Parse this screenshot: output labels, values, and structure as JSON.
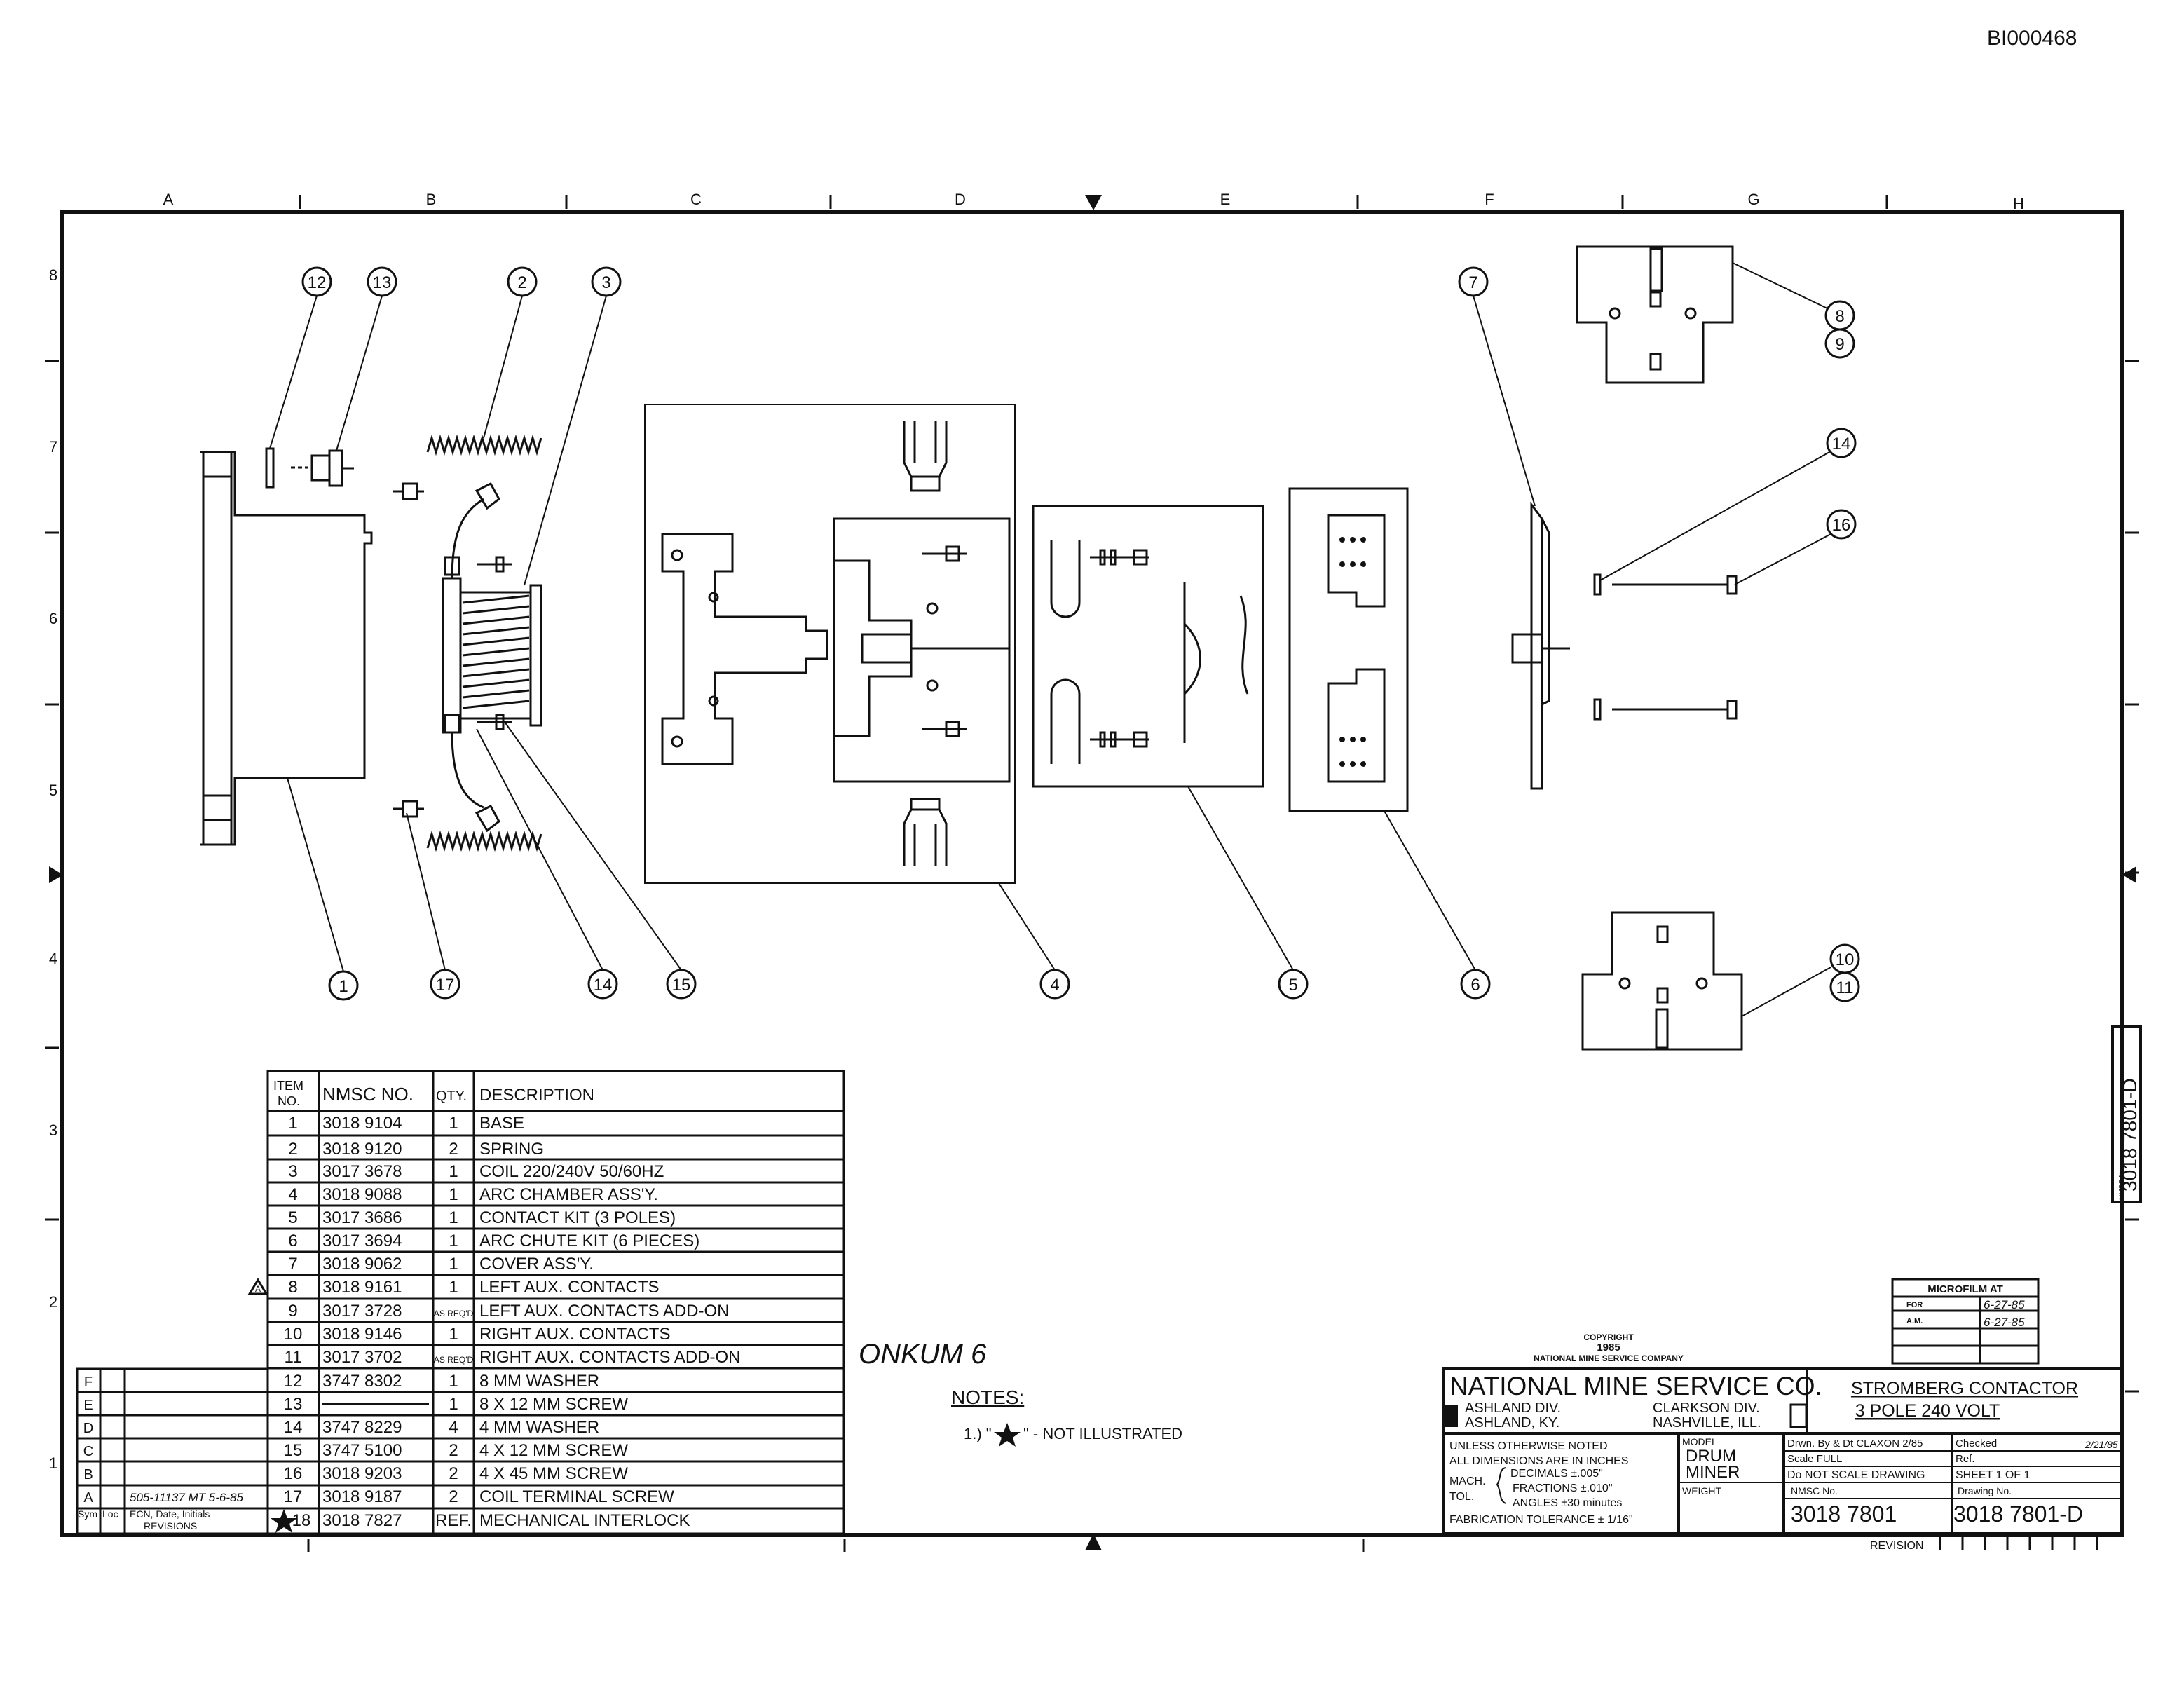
{
  "doc_id": "BI000468",
  "zone_letters": [
    "A",
    "B",
    "C",
    "D",
    "E",
    "F",
    "G",
    "H"
  ],
  "zone_numbers": [
    "8",
    "7",
    "6",
    "5",
    "4",
    "3",
    "2",
    "1"
  ],
  "balloons": [
    {
      "id": "b12",
      "num": "12"
    },
    {
      "id": "b13",
      "num": "13"
    },
    {
      "id": "b2",
      "num": "2"
    },
    {
      "id": "b3",
      "num": "3"
    },
    {
      "id": "b7",
      "num": "7"
    },
    {
      "id": "b8",
      "num": "8"
    },
    {
      "id": "b9",
      "num": "9"
    },
    {
      "id": "b14a",
      "num": "14"
    },
    {
      "id": "b16",
      "num": "16"
    },
    {
      "id": "b1",
      "num": "1"
    },
    {
      "id": "b17",
      "num": "17"
    },
    {
      "id": "b14b",
      "num": "14"
    },
    {
      "id": "b15",
      "num": "15"
    },
    {
      "id": "b4",
      "num": "4"
    },
    {
      "id": "b5",
      "num": "5"
    },
    {
      "id": "b6",
      "num": "6"
    },
    {
      "id": "b10",
      "num": "10"
    },
    {
      "id": "b11",
      "num": "11"
    }
  ],
  "parts_list": {
    "headers": {
      "item_line1": "ITEM",
      "item_line2": "NO.",
      "nmsc": "NMSC NO.",
      "qty": "QTY.",
      "desc": "DESCRIPTION"
    },
    "rows": [
      {
        "item": "1",
        "nmsc": "3018 9104",
        "qty": "1",
        "desc": "BASE"
      },
      {
        "item": "2",
        "nmsc": "3018 9120",
        "qty": "2",
        "desc": "SPRING"
      },
      {
        "item": "3",
        "nmsc": "3017 3678",
        "qty": "1",
        "desc": "COIL 220/240V 50/60HZ"
      },
      {
        "item": "4",
        "nmsc": "3018 9088",
        "qty": "1",
        "desc": "ARC CHAMBER ASS'Y."
      },
      {
        "item": "5",
        "nmsc": "3017 3686",
        "qty": "1",
        "desc": "CONTACT KIT (3 POLES)"
      },
      {
        "item": "6",
        "nmsc": "3017 3694",
        "qty": "1",
        "desc": "ARC CHUTE KIT (6 PIECES)"
      },
      {
        "item": "7",
        "nmsc": "3018 9062",
        "qty": "1",
        "desc": "COVER ASS'Y."
      },
      {
        "item": "8",
        "nmsc": "3018 9161",
        "qty": "1",
        "desc": "LEFT AUX. CONTACTS",
        "flag": "A"
      },
      {
        "item": "9",
        "nmsc": "3017 3728",
        "qty": "AS REQ'D",
        "desc": "LEFT AUX. CONTACTS ADD-ON"
      },
      {
        "item": "10",
        "nmsc": "3018 9146",
        "qty": "1",
        "desc": "RIGHT AUX. CONTACTS"
      },
      {
        "item": "11",
        "nmsc": "3017 3702",
        "qty": "AS REQ'D",
        "desc": "RIGHT AUX. CONTACTS ADD-ON"
      },
      {
        "item": "12",
        "nmsc": "3747 8302",
        "qty": "1",
        "desc": "8 MM WASHER"
      },
      {
        "item": "13",
        "nmsc": "",
        "qty": "1",
        "desc": "8 X 12 MM SCREW"
      },
      {
        "item": "14",
        "nmsc": "3747 8229",
        "qty": "4",
        "desc": "4 MM WASHER"
      },
      {
        "item": "15",
        "nmsc": "3747 5100",
        "qty": "2",
        "desc": "4 X 12 MM SCREW"
      },
      {
        "item": "16",
        "nmsc": "3018 9203",
        "qty": "2",
        "desc": "4 X 45 MM SCREW"
      },
      {
        "item": "17",
        "nmsc": "3018 9187",
        "qty": "2",
        "desc": "COIL TERMINAL SCREW"
      },
      {
        "item": "18",
        "nmsc": "3018 7827",
        "qty": "REF.",
        "desc": "MECHANICAL INTERLOCK",
        "star": true
      }
    ]
  },
  "revisions": {
    "letters": [
      "F",
      "E",
      "D",
      "C",
      "B",
      "A"
    ],
    "entry_a": "505-11137  MT  5-6-85",
    "header_sym": "Sym",
    "header_loc": "Loc",
    "header_text_1": "ECN, Date, Initials",
    "header_text_2": "REVISIONS"
  },
  "handwritten_note": "ONKUM 6",
  "notes": {
    "title": "NOTES:",
    "item1_prefix": "1.) \"",
    "item1_suffix": "\" - NOT ILLUSTRATED"
  },
  "copyright": {
    "line1": "COPYRIGHT",
    "line2": "1985",
    "line3": "NATIONAL MINE SERVICE COMPANY"
  },
  "microfilm": {
    "title": "MICROFILM AT",
    "row1_label": "FOR",
    "row1_value": "6-27-85",
    "row2_label": "A.M.",
    "row2_value": "6-27-85"
  },
  "title_block": {
    "company": "NATIONAL MINE SERVICE CO.",
    "div_left_1": "ASHLAND DIV.",
    "div_left_2": "ASHLAND, KY.",
    "div_right_1": "CLARKSON DIV.",
    "div_right_2": "NASHVILLE, ILL.",
    "title_1": "STROMBERG CONTACTOR",
    "title_2": "3 POLE 240 VOLT",
    "tol_1": "UNLESS OTHERWISE NOTED",
    "tol_2": "ALL DIMENSIONS ARE IN INCHES",
    "tol_mach": "MACH.",
    "tol_tol": "TOL.",
    "tol_dec": "DECIMALS ±.005\"",
    "tol_frac": "FRACTIONS ±.010\"",
    "tol_ang": "ANGLES ±30 minutes",
    "tol_fab": "FABRICATION TOLERANCE ± 1/16\"",
    "model_label": "MODEL",
    "model_1": "DRUM",
    "model_2": "MINER",
    "weight_label": "WEIGHT",
    "drawn_by": "Drwn. By & Dt CLAXON 2/85",
    "checked": "Checked",
    "checked_date": "2/21/85",
    "scale": "Scale FULL",
    "ref": "Ref.",
    "dnsd": "Do NOT SCALE DRAWING",
    "sheet": "SHEET 1 OF 1",
    "nmsc_label": "NMSC No.",
    "nmsc_value": "3018 7801",
    "drawing_label": "Drawing No.",
    "drawing_value": "3018 7801-D",
    "revision_label": "REVISION"
  },
  "side_tab": {
    "label": "NMSC No.",
    "value": "3018 7801-D"
  }
}
